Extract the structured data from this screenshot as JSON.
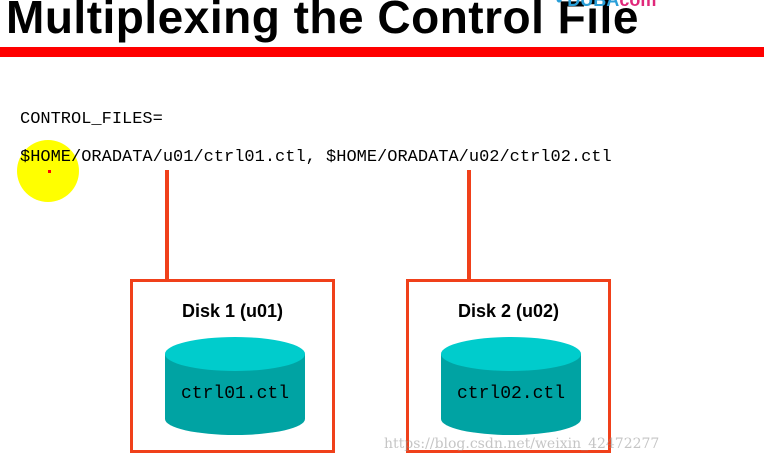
{
  "slide": {
    "title": "Multiplexing the Control File",
    "logo_fragment_a": "• DUBA",
    "logo_fragment_b": "com"
  },
  "code": {
    "line1": "CONTROL_FILES=",
    "line2": "$HOME/ORADATA/u01/ctrl01.ctl, $HOME/ORADATA/u02/ctrl02.ctl"
  },
  "disks": [
    {
      "label": "Disk 1 (u01)",
      "file": "ctrl01.ctl"
    },
    {
      "label": "Disk 2 (u02)",
      "file": "ctrl02.ctl"
    }
  ],
  "watermark": "https://blog.csdn.net/weixin_42472277",
  "colors": {
    "rule": "#ff0000",
    "connector": "#f0401a",
    "cylinder_top": "#00cccc",
    "cylinder_body": "#00a3a3",
    "pointer": "#ffff00"
  }
}
